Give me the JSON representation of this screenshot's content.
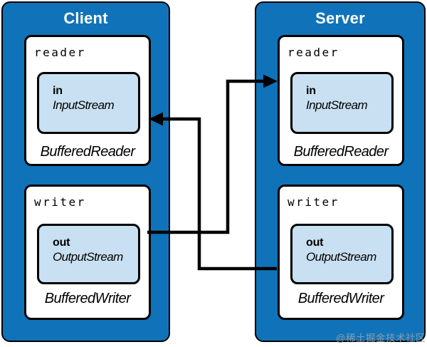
{
  "diagram": {
    "panels": [
      {
        "id": "client",
        "title": "Client",
        "boxes": [
          {
            "label": "reader",
            "field_name": "in",
            "field_type": "InputStream",
            "class_name": "BufferedReader"
          },
          {
            "label": "writer",
            "field_name": "out",
            "field_type": "OutputStream",
            "class_name": "BufferedWriter"
          }
        ]
      },
      {
        "id": "server",
        "title": "Server",
        "boxes": [
          {
            "label": "reader",
            "field_name": "in",
            "field_type": "InputStream",
            "class_name": "BufferedReader"
          },
          {
            "label": "writer",
            "field_name": "out",
            "field_type": "OutputStream",
            "class_name": "BufferedWriter"
          }
        ]
      }
    ],
    "connections": [
      {
        "from": "client.writer.out",
        "to": "server.reader.in"
      },
      {
        "from": "server.writer.out",
        "to": "client.reader.in"
      }
    ]
  },
  "watermark": {
    "text": "@稀土掘金技术社区"
  },
  "colors": {
    "panel_blue": "#1073b9",
    "panel_border": "#000000",
    "field_fill": "#c8e0f1",
    "line": "#000000",
    "title_text": "#ffffff",
    "watermark": "#96a0a9"
  }
}
